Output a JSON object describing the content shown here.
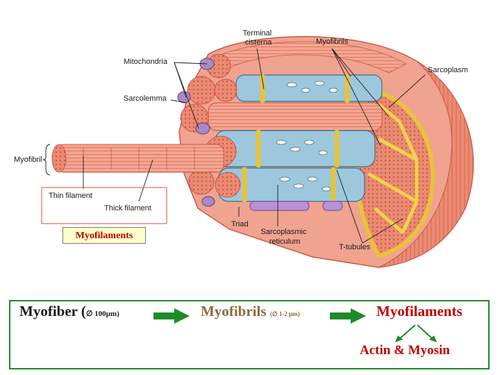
{
  "figure": {
    "labels": {
      "terminal_cisterna": [
        "Terminal",
        "cisterna"
      ],
      "myofibrils": "Myofibrils",
      "mitochondria": "Mitochondria",
      "sarcoplasm": "Sarcoplasm",
      "sarcolemma": "Sarcolemma",
      "myofibril": "Myofibril",
      "thin_filament": "Thin filament",
      "thick_filament": "Thick filament",
      "triad": "Triad",
      "sarcoplasmic_reticulum": [
        "Sarcoplasmic",
        "reticulum"
      ],
      "t_tubules": "T-tubules"
    },
    "myofilaments_tag": "Myofilaments"
  },
  "summary": {
    "fiber_label": "Myofiber (",
    "fiber_size": "∅ 100μm)",
    "fibrils_label": "Myofibrils",
    "fibrils_size": "(∅ 1-2 μm)",
    "filaments_label": "Myofilaments",
    "proteins_label": "Actin & Myosin"
  },
  "colors": {
    "muscle_red": "#e9806d",
    "sr_blue": "#9dc7dc",
    "t_tubule_yellow": "#f4d24a",
    "mitochondria_purple": "#a98ac4",
    "arrow_green": "#1e8a2a",
    "highlight_red": "#c00000",
    "fibrils_brown": "#8b6a3e"
  }
}
